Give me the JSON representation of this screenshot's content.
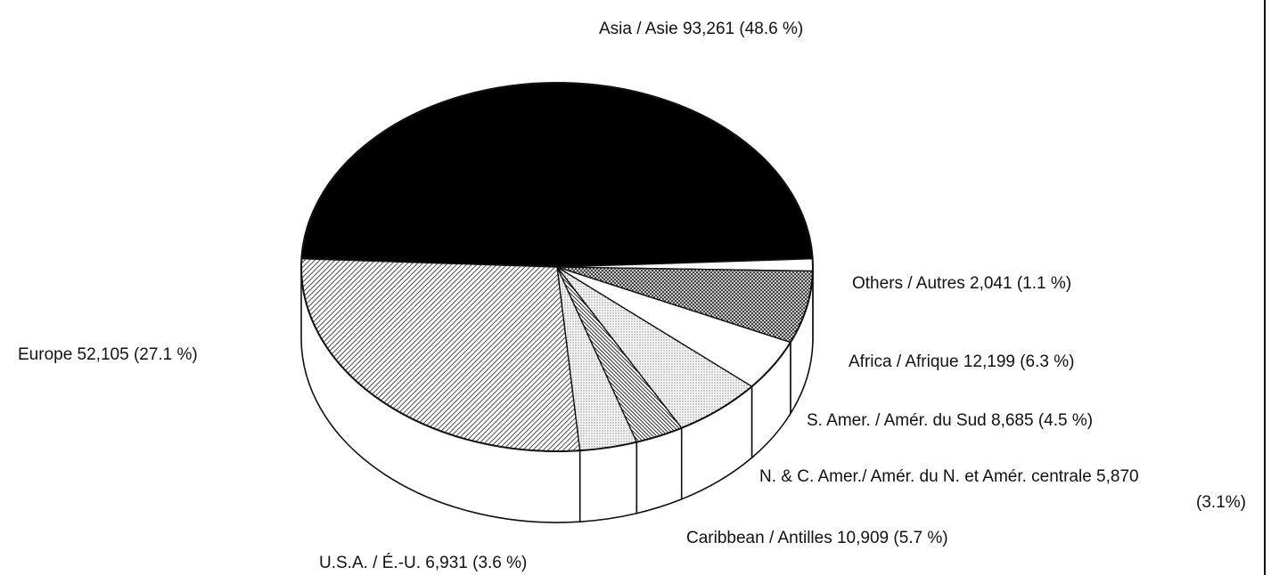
{
  "chart_data": {
    "type": "pie",
    "title": "",
    "three_d": true,
    "slices": [
      {
        "label": "Asia / Asie 93,261 (48.6 %)",
        "value": 93261,
        "percent": 48.6,
        "pattern": "solid-black"
      },
      {
        "label": "Others / Autres 2,041 (1.1 %)",
        "value": 2041,
        "percent": 1.1,
        "pattern": "white"
      },
      {
        "label": "Africa / Afrique 12,199 (6.3 %)",
        "value": 12199,
        "percent": 6.3,
        "pattern": "crosshatch"
      },
      {
        "label": "S. Amer. / Amér. du Sud 8,685 (4.5 %)",
        "value": 8685,
        "percent": 4.5,
        "pattern": "white"
      },
      {
        "label": "Caribbean / Antilles 10,909 (5.7 %)",
        "value": 10909,
        "percent": 5.7,
        "pattern": "light-dots"
      },
      {
        "label": "N. & C. Amer./ Amér. du N. et Amér. centrale 5,870 (3.1%)",
        "value": 5870,
        "percent": 3.1,
        "pattern": "dense-hatch"
      },
      {
        "label": "",
        "value": 0,
        "percent": 0,
        "pattern": "none"
      },
      {
        "label": "U.S.A. / É.-U. 6,931 (3.6 %)",
        "value": 6931,
        "percent": 3.6,
        "pattern": "light-dots"
      },
      {
        "label": "Europe 52,105 (27.1 %)",
        "value": 52105,
        "percent": 27.1,
        "pattern": "diagonal-hatch"
      }
    ],
    "labels_text": {
      "asia": "Asia / Asie 93,261 (48.6 %)",
      "others": "Others / Autres 2,041 (1.1 %)",
      "africa": "Africa / Afrique 12,199 (6.3 %)",
      "samer": "S. Amer. / Amér. du Sud 8,685 (4.5 %)",
      "ncamer_line1": "N. & C. Amer./ Amér. du N. et Amér. centrale 5,870",
      "ncamer_line2": "(3.1%)",
      "caribbean": "Caribbean / Antilles 10,909 (5.7 %)",
      "usa": "U.S.A. / É.-U. 6,931 (3.6 %)",
      "europe": "Europe 52,105 (27.1 %)"
    }
  }
}
